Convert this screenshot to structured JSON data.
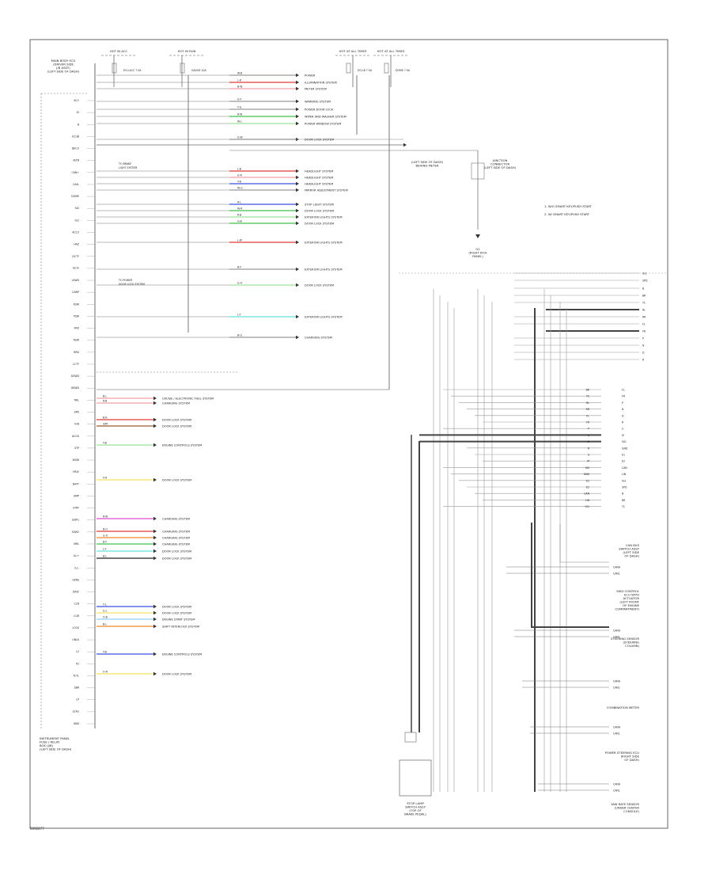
{
  "diagram": {
    "frame_caption_top_left": [
      "INSTRUMENT PANEL",
      "FUSE / RELAY",
      "BOX (J/B)",
      "(LEFT SIDE OF DASH)"
    ],
    "ecu_caption": [
      "MAIN BODY ECU",
      "(DRIVER SIDE",
      "J/B ASSY)",
      "(LEFT SIDE OF DASH)"
    ],
    "top_labels": [
      "HOT IN ACC",
      "HOT IN RUN",
      "HOT AT ALL TIMES",
      "HOT AT ALL TIMES"
    ],
    "top_fuses": [
      "ECU-ACC 7.5A",
      "GAUGE 10A",
      "ECU-B 7.5A",
      "DOME 7.5A"
    ],
    "legend": [
      "1. W/O SMART KEY/PUSH START",
      "2. W/ SMART KEY/PUSH START"
    ],
    "right_connector_caption": [
      "JUNCTION",
      "CONNECTOR",
      "(LEFT SIDE OF DASH)"
    ],
    "ground_caption": [
      "G1",
      "(RIGHT KICK",
      "PANEL)"
    ],
    "splice_caption": [
      "(LEFT SIDE OF DASH)",
      "BEHIND METER"
    ],
    "bottom_box_caption": [
      "STOP LAMP",
      "SWITCH ASSY",
      "(TOP OF",
      "BRAKE PEDAL)"
    ],
    "left_pins": [
      "ACC",
      "IG",
      "B",
      "ECUB",
      "BECU",
      "ALTB",
      "CAN+",
      "CAN-",
      "DOME",
      "SIG",
      "IG2",
      "ACC2",
      "HAZ",
      "DCTY",
      "PCTY",
      "LSWD",
      "LSWP",
      "KSW",
      "PSW",
      "FRD",
      "RSW",
      "RRD",
      "LCTY",
      "DSWD",
      "BSWD",
      "TAIL",
      "SPD",
      "IGN",
      "ACCD",
      "STP",
      "WSW",
      "HRLY",
      "BATT",
      "AMP",
      "STRT",
      "SSW1",
      "SSW2",
      "MRL",
      "ILL+",
      "ILL-",
      "SENS",
      "DRLY",
      "CLN",
      "CUR",
      "LOCK",
      "UNLK",
      "L2",
      "P2",
      "TCTL",
      "SBR",
      "LP",
      "STPO",
      "GND"
    ],
    "right_pins": [
      "IG1",
      "SPD",
      "B",
      "BR",
      "TC",
      "RL",
      "RR",
      "FL",
      "FR",
      "P",
      "N",
      "D",
      "R",
      "S",
      "M",
      "SIG",
      "GND",
      "E1",
      "E2",
      "CAN",
      "LIN"
    ],
    "ecu_wires": [
      {
        "code": "W-B",
        "label": "POWER"
      },
      {
        "code": "L-R",
        "label": "ILLUMINATION SYSTEM"
      },
      {
        "code": "B-W",
        "label": "METER SYSTEM"
      },
      {
        "code": "G-Y",
        "label": "WARNING SYSTEM"
      },
      {
        "code": "Y-G",
        "label": "POWER DOOR LOCK"
      },
      {
        "code": "R-W",
        "label": "WIPER AND WASHER SYSTEM"
      },
      {
        "code": "W-L",
        "label": "POWER WINDOW SYSTEM"
      },
      {
        "code": "G-W",
        "label": "DOOR LOCK SYSTEM"
      },
      {
        "code": "L-B",
        "label": "HEADLIGHT SYSTEM"
      },
      {
        "code": "G-R",
        "label": "HEADLIGHT SYSTEM"
      },
      {
        "code": "Y-B",
        "label": "HEADLIGHT SYSTEM"
      },
      {
        "code": "W-G",
        "label": "MIRROR ADJUSTMENT SYSTEM"
      },
      {
        "code": "R-L",
        "label": "STOP LIGHT SYSTEM"
      },
      {
        "code": "W-R",
        "label": "DOOR LOCK SYSTEM"
      },
      {
        "code": "R-B",
        "label": "EXTERIOR LIGHTS SYSTEM"
      },
      {
        "code": "G-B",
        "label": "DOOR LOCK SYSTEM"
      },
      {
        "code": "L-W",
        "label": "EXTERIOR LIGHTS SYSTEM"
      },
      {
        "code": "B-Y",
        "label": "EXTERIOR LIGHTS SYSTEM"
      },
      {
        "code": "G-O",
        "label": "DOOR LOCK SYSTEM"
      },
      {
        "code": "L-Y",
        "label": "EXTERIOR LIGHTS SYSTEM"
      },
      {
        "code": "B-G",
        "label": "CHARGING SYSTEM"
      }
    ],
    "lower_wires": [
      {
        "code": "B-L",
        "label": "CRUISE / ELECTRONIC FUEL SYSTEM"
      },
      {
        "code": "R-B",
        "label": "CHARGING SYSTEM"
      },
      {
        "code": "B-R",
        "label": "DOOR LOCK SYSTEM"
      },
      {
        "code": "GRY",
        "label": "DOOR LOCK SYSTEM"
      },
      {
        "code": "Y-B",
        "label": "ENGINE CONTROLS SYSTEM"
      },
      {
        "code": "V-R",
        "label": "DOOR LOCK SYSTEM"
      },
      {
        "code": "R-W",
        "label": "CHARGING SYSTEM"
      },
      {
        "code": "B-O",
        "label": "CHARGING SYSTEM"
      },
      {
        "code": "G-O",
        "label": "CHARGING SYSTEM"
      },
      {
        "code": "B-Y",
        "label": "CHARGING SYSTEM"
      },
      {
        "code": "L-Y",
        "label": "DOOR LOCK SYSTEM"
      },
      {
        "code": "B-L",
        "label": "DOOR LOCK SYSTEM"
      },
      {
        "code": "Y-L",
        "label": "DOOR LOCK SYSTEM"
      },
      {
        "code": "G-L",
        "label": "DOOR LOCK SYSTEM"
      },
      {
        "code": "O-B",
        "label": "ENGINE START SYSTEM"
      },
      {
        "code": "B-L",
        "label": "SHIFT INTERLOCK SYSTEM"
      },
      {
        "code": "Y-B",
        "label": "ENGINE CONTROLS SYSTEM"
      },
      {
        "code": "O-R",
        "label": "DOOR LOCK SYSTEM"
      }
    ],
    "right_side_components": [
      [
        "CAN BUS",
        "SWITCH ASSY",
        "(LEFT SIDE",
        "OF DASH)"
      ],
      [
        "SKID CONTROL",
        "ECU WITH",
        "ACTUATOR",
        "(LEFT FRONT",
        "OF ENGINE",
        "COMPARTMENT)"
      ],
      [
        "STEERING SENSOR",
        "(STEERING",
        "COLUMN)"
      ],
      [
        "COMBINATION METER"
      ],
      [
        "POWER STEERING ECU",
        "(RIGHT SIDE",
        "OF DASH)"
      ],
      [
        "YAW RATE SENSOR",
        "(UNDER CENTER",
        "CONSOLE)"
      ]
    ],
    "component_pin_pairs": [
      [
        "CANH",
        "CANL"
      ],
      [
        "CANH",
        "CANL"
      ],
      [
        "CANH",
        "CANL"
      ],
      [
        "CANH",
        "CANL"
      ],
      [
        "CANH",
        "CANL"
      ]
    ],
    "footer_code": "0092877",
    "wire_colors": {
      "red": "#e03a3a",
      "pink": "#f0a0a8",
      "blue": "#3a52e0",
      "lightblue": "#8fd0f0",
      "green": "#3ec24a",
      "lightgreen": "#9be39a",
      "yellow": "#f4e25a",
      "orange": "#f08a2a",
      "magenta": "#e04ad0",
      "cyan": "#5fe0e0",
      "brown": "#9a5a2a",
      "gray": "#9a9a9a",
      "black": "#222222"
    }
  }
}
